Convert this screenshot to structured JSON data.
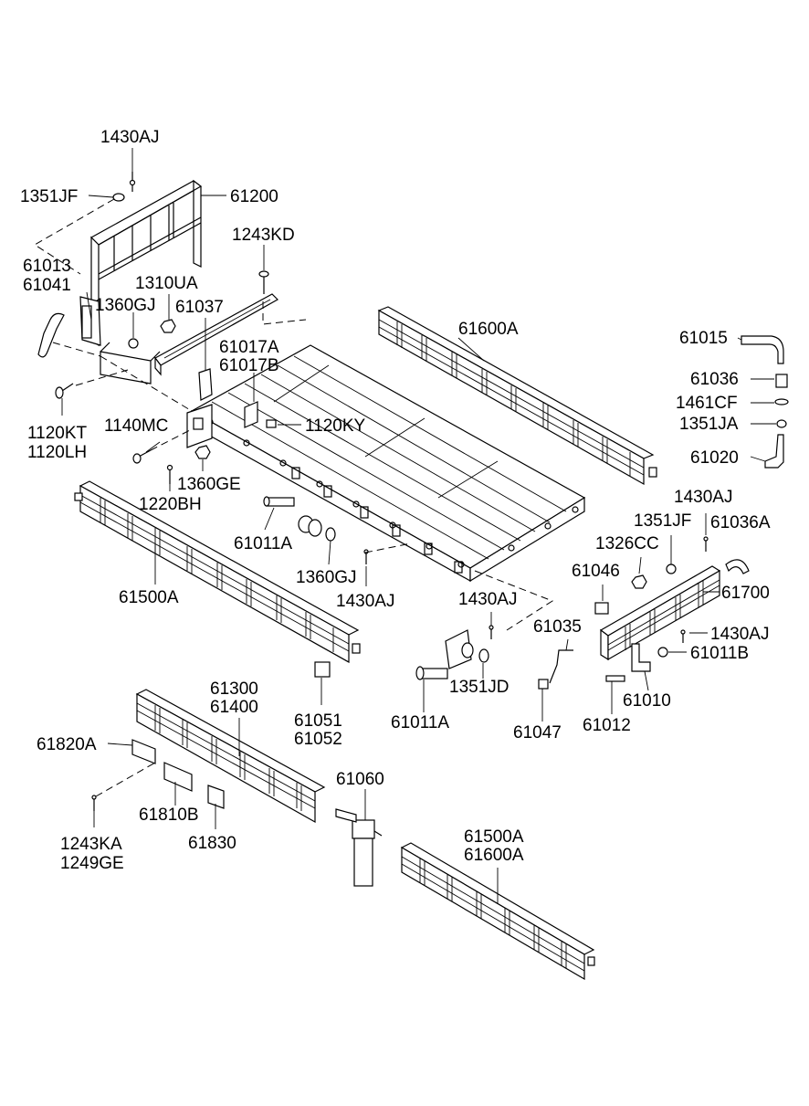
{
  "labels": {
    "p1430AJ_top": "1430AJ",
    "p1351JF_top": "1351JF",
    "p61200": "61200",
    "p1243KD": "1243KD",
    "p61013": "61013",
    "p61041": "61041",
    "p1310UA": "1310UA",
    "p1360GJ_top": "1360GJ",
    "p61037": "61037",
    "p61600A": "61600A",
    "p61015": "61015",
    "p61036": "61036",
    "p1461CF": "1461CF",
    "p1351JA": "1351JA",
    "p61020": "61020",
    "p61017A": "61017A",
    "p61017B": "61017B",
    "p1120KT": "1120KT",
    "p1120LH": "1120LH",
    "p1140MC": "1140MC",
    "p1120KY": "1120KY",
    "p1360GE": "1360GE",
    "p1220BH": "1220BH",
    "p61011A_mid": "61011A",
    "p1360GJ_mid": "1360GJ",
    "p1430AJ_mid": "1430AJ",
    "p61500A_left": "61500A",
    "p1430AJ_right": "1430AJ",
    "p1351JF_right": "1351JF",
    "p61036A": "61036A",
    "p1326CC": "1326CC",
    "p61046": "61046",
    "p61700": "61700",
    "p1430AJ_hinge": "1430AJ",
    "p61035": "61035",
    "p1430AJ_rb": "1430AJ",
    "p61011B": "61011B",
    "p1351JD": "1351JD",
    "p61011A_low": "61011A",
    "p61047": "61047",
    "p61012": "61012",
    "p61010": "61010",
    "p61300": "61300",
    "p61400": "61400",
    "p61051": "61051",
    "p61052": "61052",
    "p61820A": "61820A",
    "p61810B": "61810B",
    "p61830": "61830",
    "p1243KA": "1243KA",
    "p1249GE": "1249GE",
    "p61060": "61060",
    "p61500A_bot": "61500A",
    "p61600A_bot": "61600A"
  }
}
